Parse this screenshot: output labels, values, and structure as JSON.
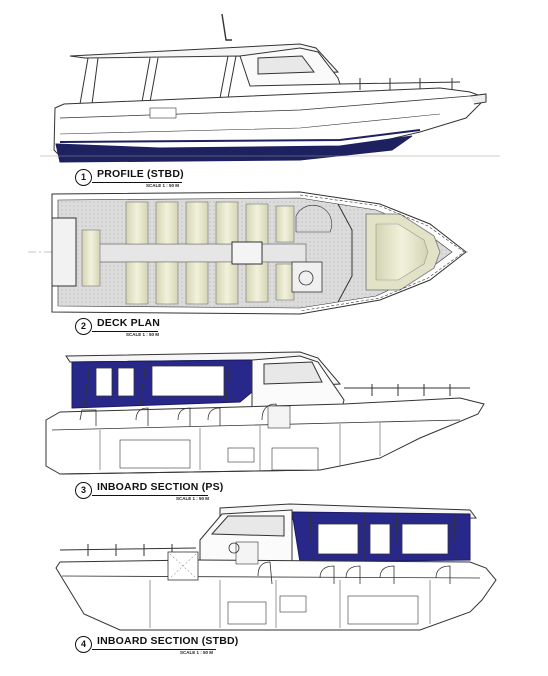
{
  "views": [
    {
      "number": "1",
      "title": "PROFILE (STBD)",
      "scale": "SCALE 1 : 50 M"
    },
    {
      "number": "2",
      "title": "DECK PLAN",
      "scale": "SCALE 1 : 50 M"
    },
    {
      "number": "3",
      "title": "INBOARD SECTION (PS)",
      "scale": "SCALE 1 : 50 M"
    },
    {
      "number": "4",
      "title": "INBOARD SECTION (STBD)",
      "scale": "SCALE 1 : 50 M"
    }
  ],
  "colors": {
    "hull_navy": "#1d2160",
    "window_navy": "#27288a",
    "seat_cream": "#e5e5c8",
    "deck_grey": "#dcdcdc",
    "line": "#333333"
  }
}
